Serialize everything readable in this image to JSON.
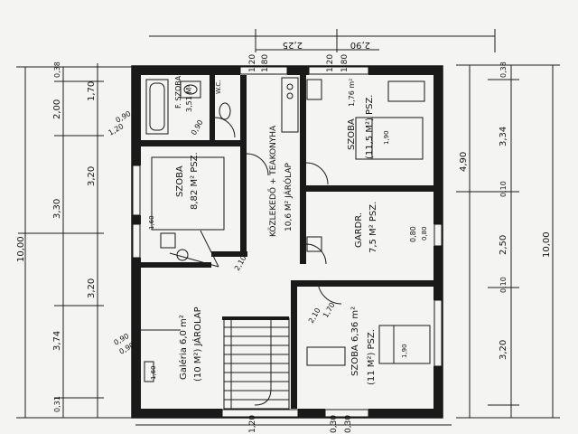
{
  "dims": {
    "top": [
      "2,25",
      "2,90"
    ],
    "top_small": [
      "1,20",
      "1,80",
      "1,20",
      "1,80"
    ],
    "left_outer": [
      "10,00",
      "3,74",
      "3,30"
    ],
    "left_inner": [
      "1,70",
      "2,00",
      "3,20",
      "3,20",
      "0,38",
      "0,31"
    ],
    "right_inner": [
      "3,34",
      "4,90",
      "2,50",
      "3,20",
      "0,38",
      "0,10",
      "0,10"
    ],
    "right_outer": [
      "10,00"
    ],
    "bottom": [
      "1,20",
      "0,30",
      "0,30"
    ],
    "misc": [
      "0,90",
      "1,20",
      "0,80",
      "0,90",
      "0,90",
      "2,10",
      "2,10",
      "1,70",
      "0,90"
    ]
  },
  "rooms": {
    "bath": {
      "name": "F. SZOBA",
      "area": "3,51 M²"
    },
    "wc": {
      "name": "W.C."
    },
    "kitchen": {
      "name": "KÖZLEKEDŐ + TEAKONYHA",
      "area": "10,6 M² JÁRÓLAP"
    },
    "room_nw": {
      "name": "SZOBA",
      "area": "8,82 M² PSZ."
    },
    "room_ne": {
      "name": "SZOBA",
      "area": "(11,5 M²) PSZ.",
      "furniture": "1,76 m²"
    },
    "wardrobe": {
      "name": "GARDR.",
      "area": "7,5 M² PSZ."
    },
    "gallery": {
      "name": "Galéria 6,0 m²",
      "area": "(10 M²) JÁROLAP"
    },
    "room_se": {
      "name": "SZOBA 6,36 m²",
      "area": "(11 M²) PSZ."
    }
  },
  "beds": [
    "1,90",
    "1,90"
  ],
  "window_labels": [
    "1,60",
    "0,80",
    "1,60"
  ]
}
